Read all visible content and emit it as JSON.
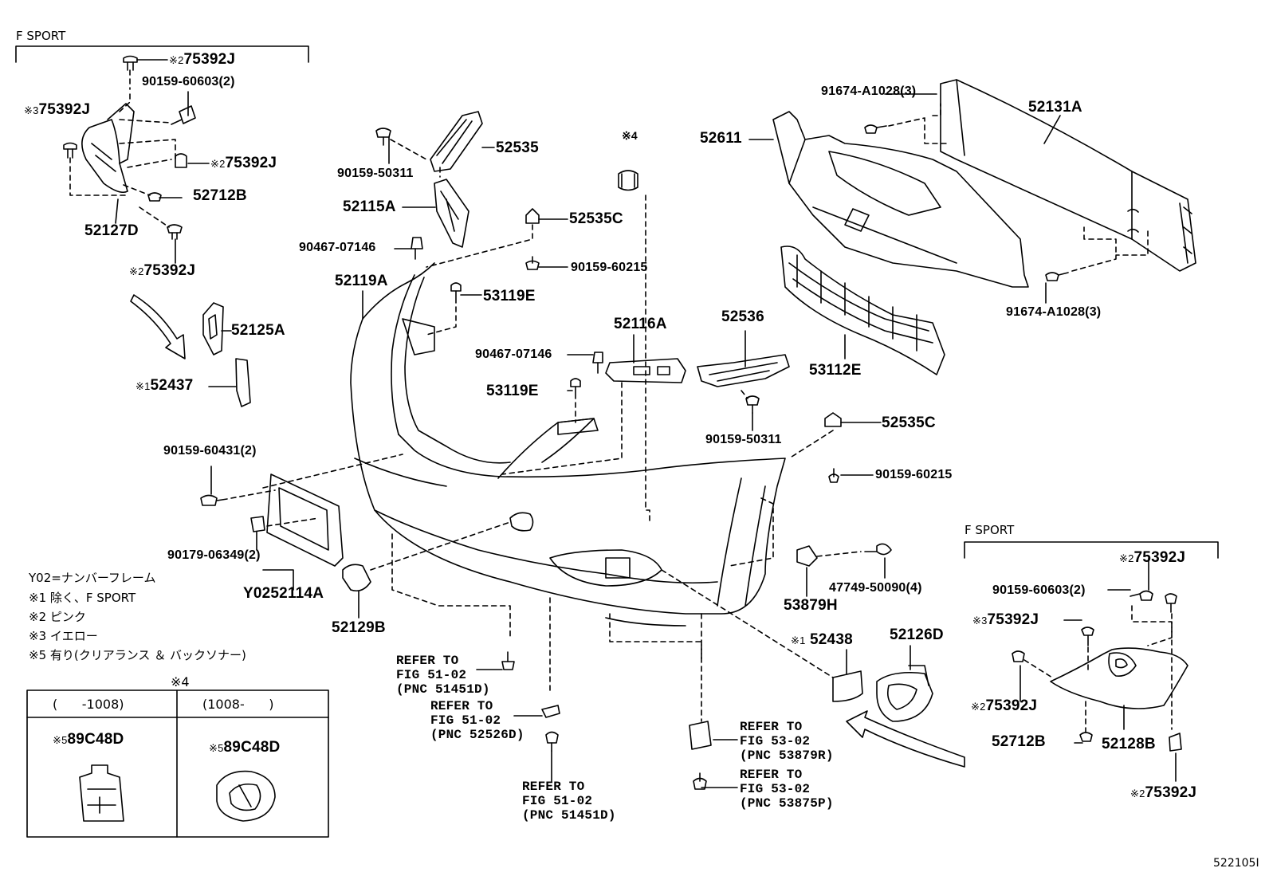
{
  "diagram": {
    "figure_code": "522105I",
    "fsport_upper": "F SPORT",
    "fsport_lower": "F SPORT",
    "parts": {
      "p75392J_a": "75392J",
      "p90159_60603_a": "90159-60603(2)",
      "p75392J_b": "75392J",
      "p75392J_c": "75392J",
      "p52712B_a": "52712B",
      "p52127D": "52127D",
      "p75392J_d": "75392J",
      "p52125A": "52125A",
      "p52437": "52437",
      "p90159_50311_a": "90159-50311",
      "p52535": "52535",
      "p52115A": "52115A",
      "p90467_07146_a": "90467-07146",
      "p52535C_a": "52535C",
      "p90159_60215_a": "90159-60215",
      "p52119A": "52119A",
      "p53119E_a": "53119E",
      "p52116A": "52116A",
      "p90467_07146_b": "90467-07146",
      "p53119E_b": "53119E",
      "p52536": "52536",
      "p90159_50311_b": "90159-50311",
      "p52611": "52611",
      "p91674_a": "91674-A1028(3)",
      "p52131A": "52131A",
      "p91674_b": "91674-A1028(3)",
      "p53112E": "53112E",
      "p52535C_b": "52535C",
      "p90159_60215_b": "90159-60215",
      "p90159_60431": "90159-60431(2)",
      "p90179_06349": "90179-06349(2)",
      "pY02_52114A": "Y0252114A",
      "p52129B": "52129B",
      "p53879H": "53879H",
      "p47749_50090": "47749-50090(4)",
      "p52438": "52438",
      "p52126D": "52126D",
      "p75392J_e": "75392J",
      "p90159_60603_b": "90159-60603(2)",
      "p75392J_f": "75392J",
      "p75392J_g": "75392J",
      "p52712B_b": "52712B",
      "p52128B": "52128B",
      "p75392J_h": "75392J",
      "p89C48D_a": "89C48D",
      "p89C48D_b": "89C48D"
    },
    "marks": {
      "m1": "※1",
      "m2": "※2",
      "m3": "※3",
      "m4": "※4",
      "m5": "※5"
    },
    "refs": {
      "r1": [
        "REFER TO",
        "FIG 51-02",
        "(PNC 51451D)"
      ],
      "r2": [
        "REFER TO",
        "FIG 51-02",
        "(PNC 52526D)"
      ],
      "r3": [
        "REFER TO",
        "FIG 51-02",
        "(PNC 51451D)"
      ],
      "r4": [
        "REFER TO",
        "FIG 53-02",
        "(PNC 53879R)"
      ],
      "r5": [
        "REFER TO",
        "FIG 53-02",
        "(PNC 53875P)"
      ]
    },
    "legend": [
      "Y02=ナンバーフレーム",
      "※1 除く、F SPORT",
      "※2 ピンク",
      "※3 イエロー",
      "※5 有り(クリアランス ＆ バックソナー)"
    ],
    "table": {
      "title": "※4",
      "col1_header": "(      -1008)",
      "col2_header": "(1008-      )"
    }
  }
}
